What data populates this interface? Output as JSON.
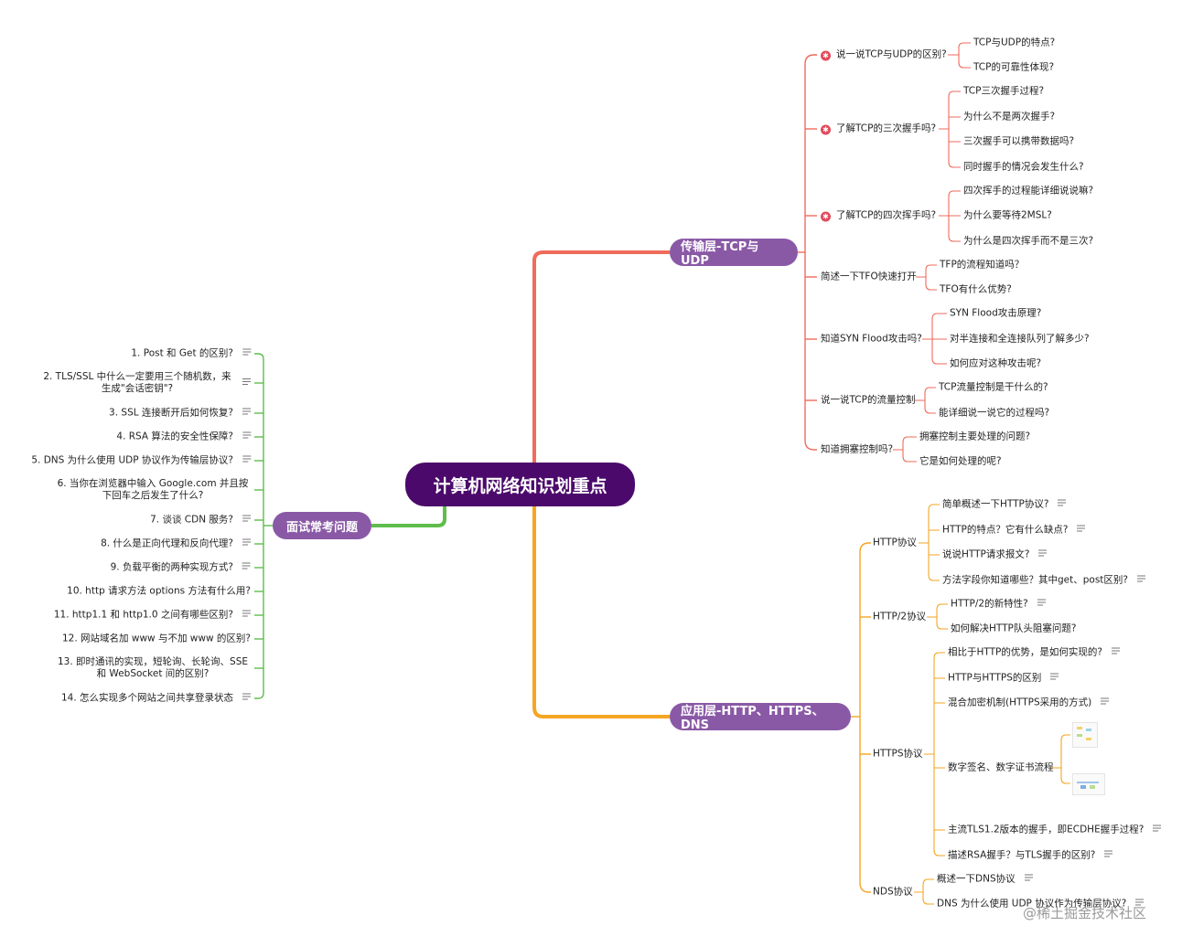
{
  "root": "计算机网络知识划重点",
  "branches": {
    "tcp": "传输层-TCP与UDP",
    "app": "应用层-HTTP、HTTPS、DNS",
    "interview": "面试常考问题"
  },
  "colors": {
    "root": "#4b0a6b",
    "branch": "#8a59a6",
    "tcp_line": "#ef6b5c",
    "app_line": "#f5a623",
    "interview_line": "#5ebd4c",
    "star": "#e04a5a"
  },
  "tcp": {
    "g1": {
      "label": "说一说TCP与UDP的区别?",
      "items": [
        "TCP与UDP的特点?",
        "TCP的可靠性体现?"
      ]
    },
    "g2": {
      "label": "了解TCP的三次握手吗?",
      "items": [
        "TCP三次握手过程?",
        "为什么不是两次握手?",
        "三次握手可以携带数据吗?",
        "同时握手的情况会发生什么?"
      ]
    },
    "g3": {
      "label": "了解TCP的四次挥手吗?",
      "items": [
        "四次挥手的过程能详细说说嘛?",
        "为什么要等待2MSL?",
        "为什么是四次挥手而不是三次?"
      ]
    },
    "g4": {
      "label": "简述一下TFO快速打开",
      "items": [
        "TFP的流程知道吗？",
        "TFO有什么优势?"
      ]
    },
    "g5": {
      "label": "知道SYN Flood攻击吗?",
      "items": [
        "SYN Flood攻击原理?",
        "对半连接和全连接队列了解多少?",
        "如何应对这种攻击呢?"
      ]
    },
    "g6": {
      "label": "说一说TCP的流量控制",
      "items": [
        "TCP流量控制是干什么的?",
        "能详细说一说它的过程吗?"
      ]
    },
    "g7": {
      "label": "知道拥塞控制吗?",
      "items": [
        "拥塞控制主要处理的问题?",
        "它是如何处理的呢?"
      ]
    }
  },
  "app": {
    "http": {
      "label": "HTTP协议",
      "items": [
        "简单概述一下HTTP协议?",
        "HTTP的特点？它有什么缺点?",
        "说说HTTP请求报文?",
        "方法字段你知道哪些？其中get、post区别?"
      ]
    },
    "http2": {
      "label": "HTTP/2协议",
      "items": [
        "HTTP/2的新特性?",
        "如何解决HTTP队头阻塞问题?"
      ]
    },
    "https": {
      "label": "HTTPS协议",
      "items": [
        "相比于HTTP的优势，是如何实现的?",
        "HTTP与HTTPS的区别",
        "混合加密机制(HTTPS采用的方式)",
        "数字签名、数字证书流程",
        "主流TLS1.2版本的握手，即ECDHE握手过程?",
        "描述RSA握手？与TLS握手的区别?"
      ]
    },
    "dns": {
      "label": "NDS协议",
      "items": [
        "概述一下DNS协议",
        "DNS 为什么使用 UDP 协议作为传输层协议?"
      ]
    }
  },
  "interview": [
    "1. Post 和 Get 的区别?",
    "2. TLS/SSL 中什么一定要用三个随机数，来生成\"会话密钥\"?",
    "3. SSL 连接断开后如何恢复?",
    "4. RSA 算法的安全性保障?",
    "5. DNS 为什么使用 UDP 协议作为传输层协议?",
    "6. 当你在浏览器中输入 Google.com 并且按下回车之后发生了什么?",
    "7. 谈谈 CDN 服务?",
    "8. 什么是正向代理和反向代理?",
    "9. 负载平衡的两种实现方式?",
    "10. http 请求方法 options 方法有什么用?",
    "11. http1.1 和 http1.0 之间有哪些区别?",
    "12. 网站域名加 www 与不加 www 的区别?",
    "13. 即时通讯的实现，短轮询、长轮询、SSE 和 WebSocket 间的区别?",
    "14. 怎么实现多个网站之间共享登录状态"
  ],
  "watermark": "@稀土掘金技术社区"
}
